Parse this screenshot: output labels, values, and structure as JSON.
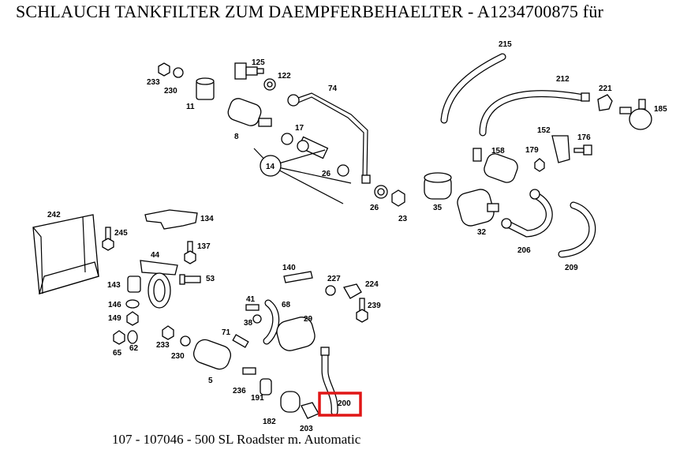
{
  "title": "SCHLAUCH TANKFILTER ZUM DAEMPFERBEHAELTER - A1234700875 für",
  "footer": "107 - 107046 - 500 SL Roadster m. Automatic",
  "highlight_color": "#e01616",
  "highlighted_part": "200",
  "labels": [
    "215",
    "125",
    "233",
    "122",
    "212",
    "221",
    "230",
    "74",
    "185",
    "11",
    "17",
    "8",
    "152",
    "176",
    "158",
    "179",
    "14",
    "26",
    "35",
    "26",
    "23",
    "242",
    "134",
    "32",
    "245",
    "137",
    "206",
    "44",
    "209",
    "53",
    "143",
    "140",
    "227",
    "224",
    "41",
    "68",
    "146",
    "149",
    "38",
    "239",
    "29",
    "71",
    "233",
    "65",
    "62",
    "230",
    "5",
    "236",
    "191",
    "200",
    "182",
    "203"
  ]
}
